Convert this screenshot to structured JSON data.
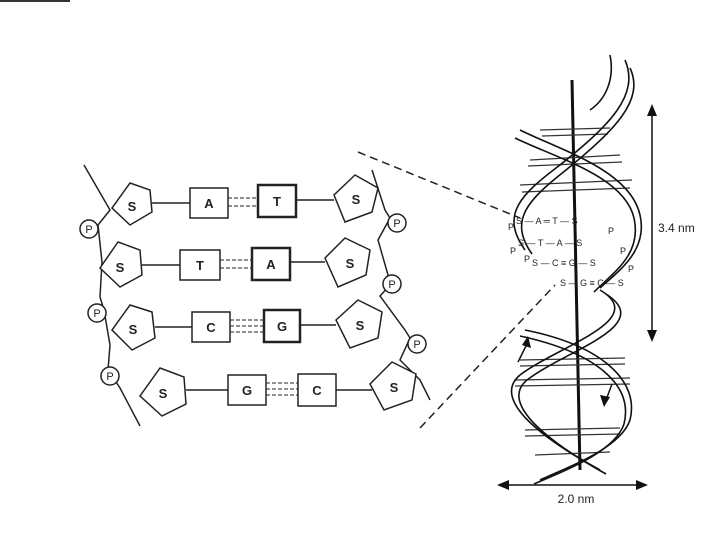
{
  "ladder": {
    "rows": [
      {
        "left_sugar": "S",
        "base_left": "A",
        "base_right": "T",
        "right_sugar": "S",
        "bonds": 2
      },
      {
        "left_sugar": "S",
        "base_left": "T",
        "base_right": "A",
        "right_sugar": "S",
        "bonds": 2
      },
      {
        "left_sugar": "S",
        "base_left": "C",
        "base_right": "G",
        "right_sugar": "S",
        "bonds": 3
      },
      {
        "left_sugar": "S",
        "base_left": "G",
        "base_right": "C",
        "right_sugar": "S",
        "bonds": 3
      }
    ],
    "phosphate": "P"
  },
  "helix": {
    "inset_rows": [
      {
        "text": "S — A ═ T — S"
      },
      {
        "text": "S — T — A — S"
      },
      {
        "text": "S — C ≡ G — S"
      },
      {
        "text": "S — G ≡ C — S"
      }
    ],
    "inset_p": "P",
    "pitch_label": "3.4 nm",
    "width_label": "2.0 nm"
  }
}
